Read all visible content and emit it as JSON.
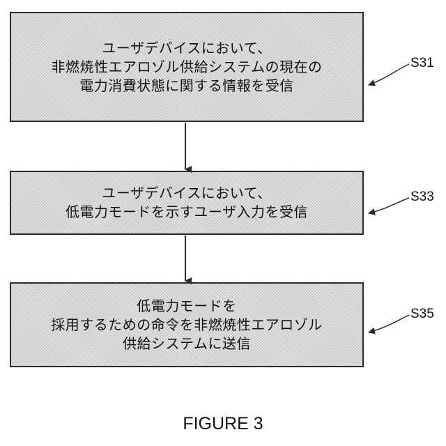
{
  "steps": [
    {
      "id": "S31",
      "lines": [
        "ユーザデバイスにおいて、",
        "非燃焼性エアロゾル供給システムの現在の",
        "電力消費状態に関する情報を受信"
      ]
    },
    {
      "id": "S33",
      "lines": [
        "ユーザデバイスにおいて、",
        "低電力モードを示すユーザ入力を受信"
      ]
    },
    {
      "id": "S35",
      "lines": [
        "低電力モードを",
        "採用するための命令を非燃焼性エアロゾル",
        "供給システムに送信"
      ]
    }
  ],
  "figure_label": "FIGURE 3"
}
